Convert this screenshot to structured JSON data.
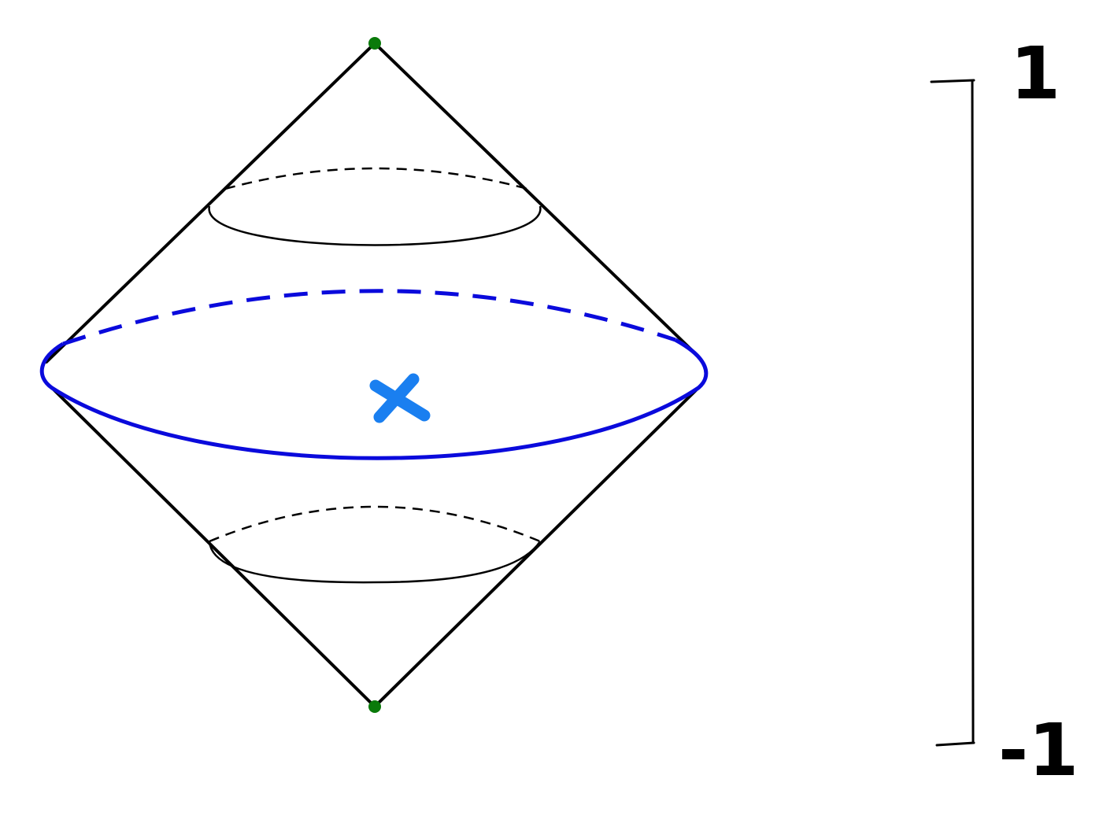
{
  "scale": {
    "top_label": "1",
    "bottom_label": "-1"
  },
  "colors": {
    "outline": "#000000",
    "equator": "#0a0adc",
    "marker": "#1a7ff0",
    "apex": "#0a7a0a"
  },
  "icons": {
    "center_marker": "x-mark"
  }
}
